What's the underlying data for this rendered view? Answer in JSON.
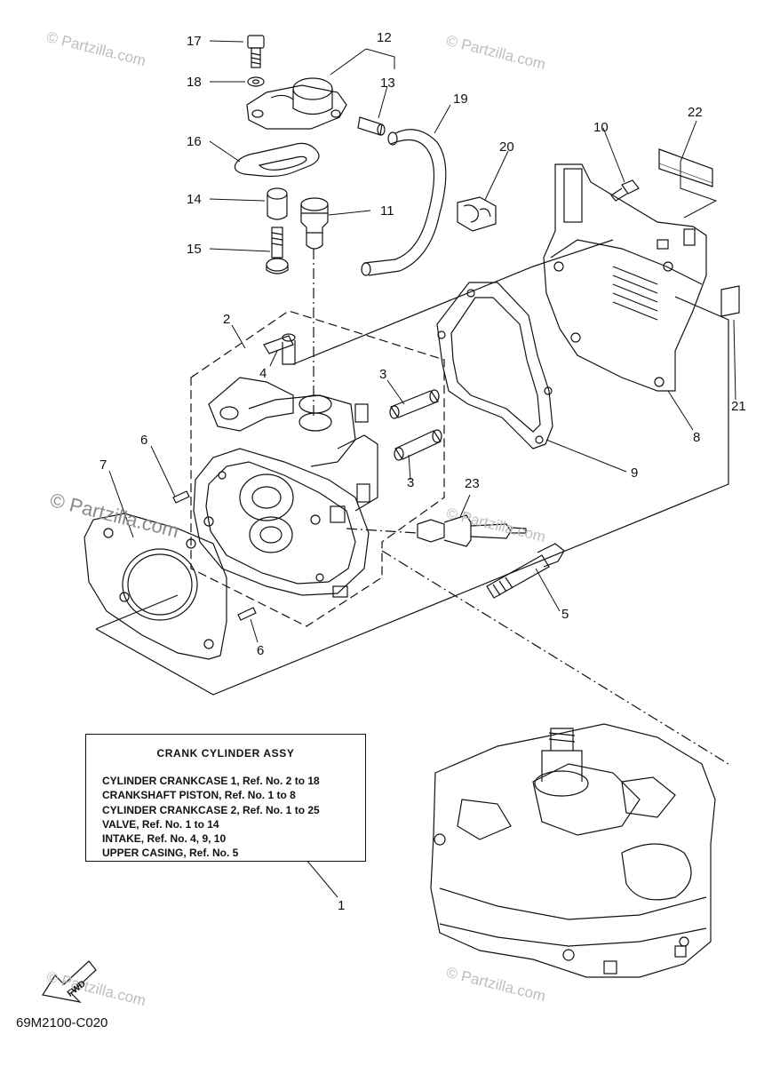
{
  "info_box": {
    "title": "CRANK CYLINDER ASSY",
    "lines": [
      "CYLINDER CRANKCASE 1,  Ref. No. 2 to 18",
      "CRANKSHAFT PISTON,  Ref. No. 1 to 8",
      "CYLINDER CRANKCASE 2,  Ref. No. 1 to 25",
      "VALVE, Ref. No. 1 to 14",
      "INTAKE, Ref. No. 4, 9, 10",
      "UPPER CASING,  Ref. No. 5"
    ]
  },
  "callouts": {
    "c1": "1",
    "c2": "2",
    "c3a": "3",
    "c3b": "3",
    "c4": "4",
    "c5": "5",
    "c6a": "6",
    "c6b": "6",
    "c7": "7",
    "c8": "8",
    "c9": "9",
    "c10": "10",
    "c11": "11",
    "c12": "12",
    "c13": "13",
    "c14": "14",
    "c15": "15",
    "c16": "16",
    "c17": "17",
    "c18": "18",
    "c19": "19",
    "c20": "20",
    "c21": "21",
    "c22": "22",
    "c23": "23"
  },
  "fwd_label": "FWD",
  "diagram_code": "69M2100-C020",
  "watermark": {
    "small": "© Partzilla.com",
    "large": "© Partzilla.com"
  },
  "colors": {
    "line": "#111111",
    "watermark": "#bdbdbd"
  }
}
